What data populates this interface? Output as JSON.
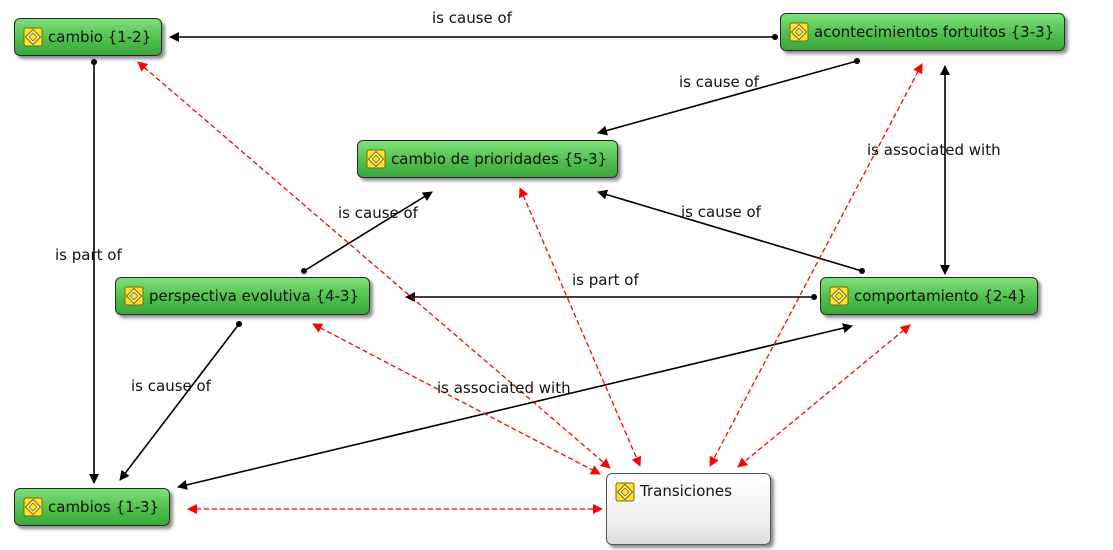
{
  "nodes": {
    "cambio": "cambio {1-2}",
    "acontecimientos": "acontecimientos fortuitos {3-3}",
    "prioridades": "cambio de prioridades {5-3}",
    "perspectiva": "perspectiva evolutiva {4-3}",
    "comportamiento": "comportamiento {2-4}",
    "cambios": "cambios {1-3}",
    "transiciones": "Transiciones"
  },
  "edges": {
    "cause_acont_cambio": "is cause of",
    "cause_acont_prior": "is cause of",
    "assoc_acont_comp": "is associated with",
    "cause_persp_prior": "is cause of",
    "cause_comp_prior": "is cause of",
    "part_cambio_cambios": "is part of",
    "part_comp_persp": "is part of",
    "cause_persp_cambios": "is cause of",
    "assoc_red": "is associated with"
  },
  "colors": {
    "node_fill": "#5ccb59",
    "edge_black": "#000000",
    "edge_red": "#ff0000",
    "icon_fill": "#ffe033"
  },
  "icons": {
    "concept": "code-diamond-icon"
  }
}
